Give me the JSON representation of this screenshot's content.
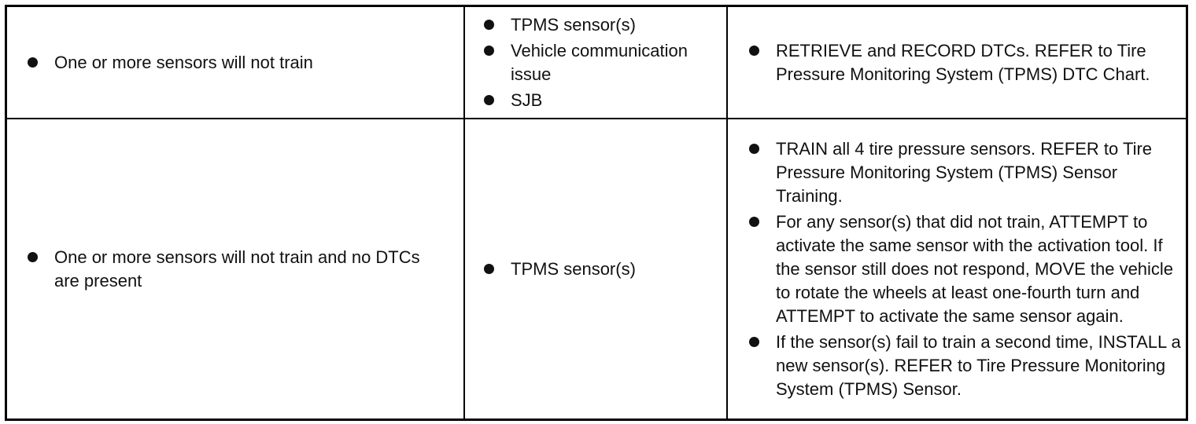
{
  "table": {
    "rows": [
      {
        "condition": [
          "One or more sensors will not train"
        ],
        "causes": [
          "TPMS sensor(s)",
          "Vehicle communication issue",
          "SJB"
        ],
        "actions": [
          "RETRIEVE and RECORD DTCs. REFER to Tire Pressure Monitoring System (TPMS) DTC Chart."
        ]
      },
      {
        "condition": [
          "One or more sensors will not train and no DTCs are present"
        ],
        "causes": [
          "TPMS sensor(s)"
        ],
        "actions": [
          "TRAIN all 4 tire pressure sensors. REFER to Tire Pressure Monitoring System (TPMS) Sensor Training.",
          "For any sensor(s) that did not train, ATTEMPT to activate the same sensor with the activation tool. If the sensor still does not respond, MOVE the vehicle to rotate the wheels at least one-fourth turn and ATTEMPT to activate the same sensor again.",
          "If the sensor(s) fail to train a second time, INSTALL a new sensor(s). REFER to Tire Pressure Monitoring System (TPMS) Sensor."
        ]
      }
    ]
  }
}
